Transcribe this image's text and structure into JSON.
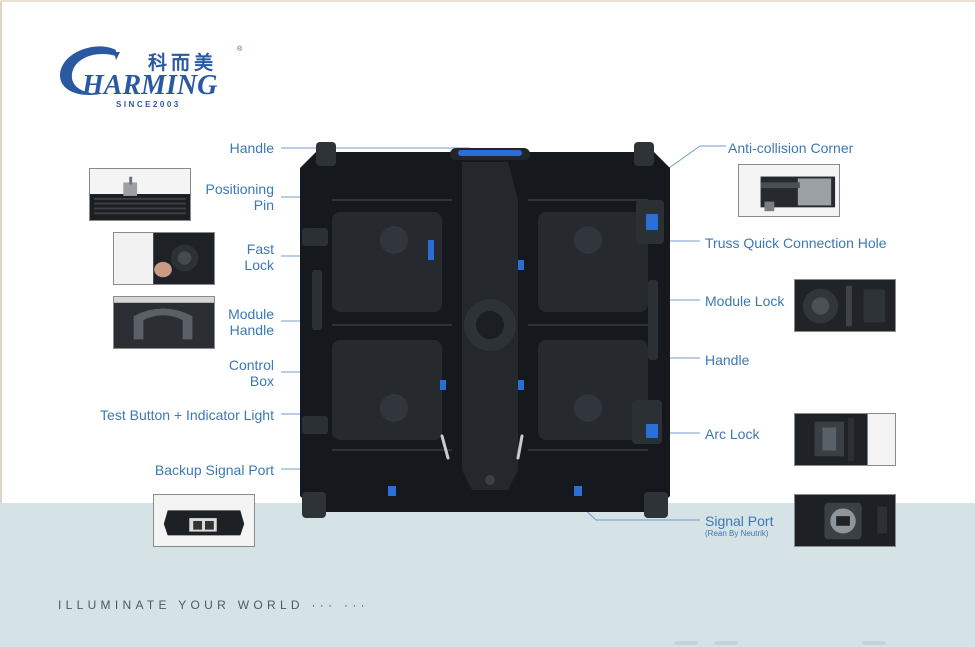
{
  "brand": {
    "name_cn": "科而美",
    "registered": "®",
    "name_en": "HARMING",
    "since": "SINCE2003"
  },
  "labels": {
    "handle_top": "Handle",
    "positioning_pin": [
      "Positioning",
      "Pin"
    ],
    "fast_lock": [
      "Fast",
      "Lock"
    ],
    "module_handle": [
      "Module",
      "Handle"
    ],
    "control_box": [
      "Control",
      "Box"
    ],
    "test_button": "Test Button + Indicator Light",
    "backup_signal_port": "Backup Signal Port",
    "anti_collision_corner": "Anti-collision Corner",
    "truss_hole": "Truss Quick Connection Hole",
    "module_lock": "Module Lock",
    "handle_right": "Handle",
    "arc_lock": "Arc Lock",
    "signal_port": "Signal Port",
    "signal_port_note": "(Rean By Neutrik)"
  },
  "footer": {
    "slogan": "ILLUMINATE YOUR WORLD  ··· ···"
  },
  "colors": {
    "label_blue": "#3c78b6",
    "brand_blue": "#2a59a2",
    "band": "#d5e2e6",
    "cabinet_dark": "#15181c",
    "accent_blue": "#2a6fd6"
  }
}
